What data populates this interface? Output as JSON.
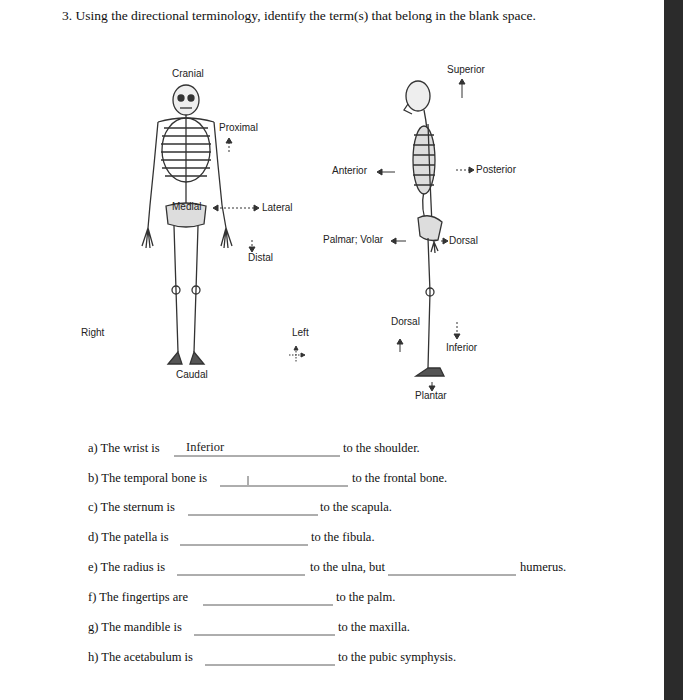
{
  "diagram": {
    "title": "3. Using the directional terminology, identify the term(s) that belong in the blank space.",
    "labels": [
      "Cranial",
      "Superior",
      "Proximal",
      "Anterior",
      "Posterior",
      "Medial",
      "Lateral",
      "Palmar; Volar",
      "Dorsal",
      "Distal",
      "Dorsal",
      "Right",
      "Left",
      "Inferior",
      "Caudal",
      "Plantar",
      "a) The wrist is",
      "Inferior",
      "to the shoulder.",
      "b) The temporal bone is",
      "to the frontal bone.",
      "c) The sternum is",
      "to the scapula.",
      "d) The patella is",
      "to the fibula.",
      "e) The radius is",
      "to the ulna, but",
      "humerus.",
      "f) The fingertips are",
      "to the palm.",
      "g) The mandible is",
      "to the maxilla.",
      "h) The acetabulum is",
      "to the pubic symphysis."
    ]
  }
}
